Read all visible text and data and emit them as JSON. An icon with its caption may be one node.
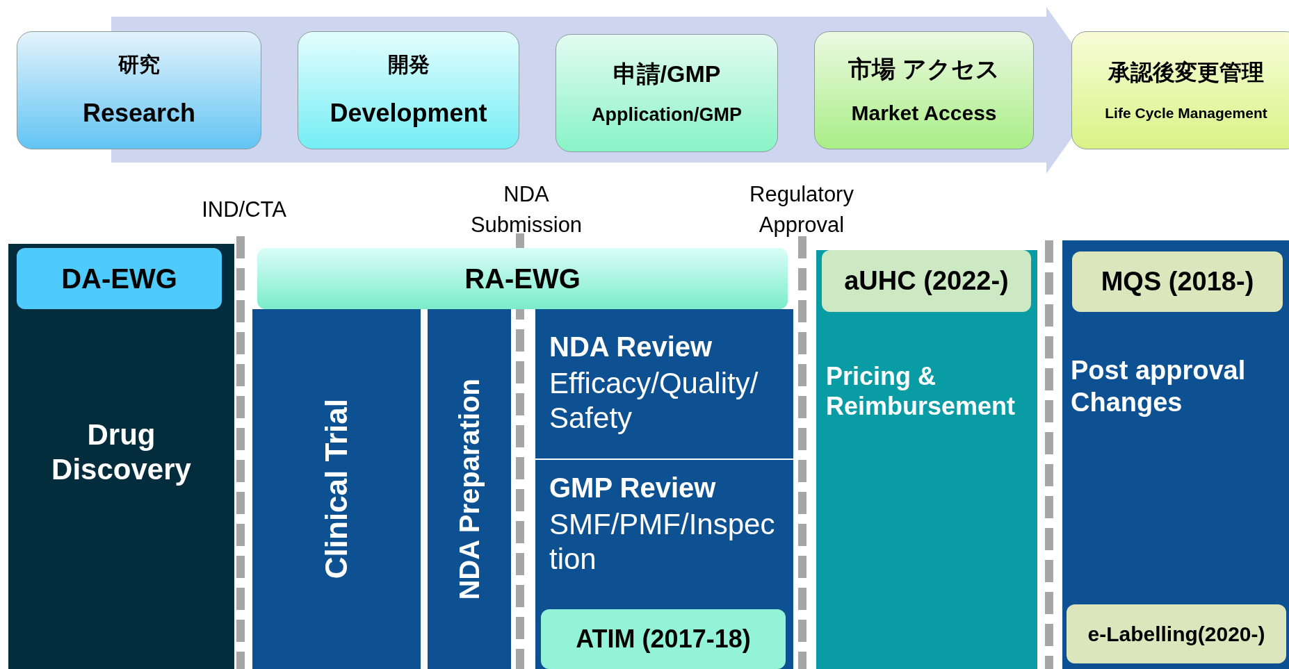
{
  "diagram": {
    "nodes": [
      {
        "text": [
          "研究",
          "Research"
        ]
      },
      {
        "text": [
          "開発",
          "Development"
        ]
      },
      {
        "text": [
          "申請/GMP",
          "Application/GMP"
        ]
      },
      {
        "text": [
          "市場 アクセス",
          "Market Access"
        ]
      },
      {
        "text": [
          "承認後変更管理",
          "Life Cycle Management"
        ]
      },
      {
        "text": [
          "Drug Discovery"
        ]
      },
      {
        "text": [
          "DA-EWG"
        ],
        "in": 5
      },
      {
        "text": [
          "RA-EWG"
        ]
      },
      {
        "text": [
          "Clinical Trial"
        ]
      },
      {
        "text": [
          "NDA Preparation"
        ]
      },
      {
        "text": [
          "NDA Review",
          "Efficacy/Quality/Safety"
        ]
      },
      {
        "text": [
          "GMP Review",
          "SMF/PMF/Inspection"
        ]
      },
      {
        "text": [
          "ATIM (2017-18)"
        ],
        "in": 11
      },
      {
        "text": [
          "Pricing & Reimbursement"
        ]
      },
      {
        "text": [
          "aUHC (2022-)"
        ],
        "in": 13
      },
      {
        "text": [
          "Post approval Changes"
        ]
      },
      {
        "text": [
          "MQS (2018-)"
        ],
        "in": 15
      },
      {
        "text": [
          "e-Labelling(2020-)"
        ],
        "in": 15
      }
    ],
    "labels": [
      "IND/CTA",
      "NDA Submission",
      "Regulatory Approval"
    ]
  }
}
